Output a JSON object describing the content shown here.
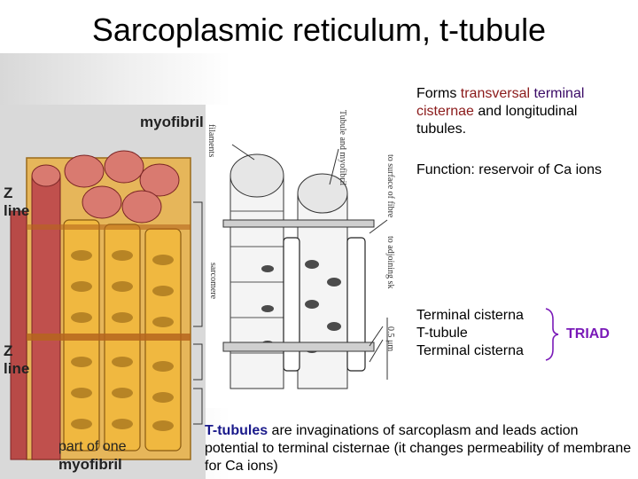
{
  "slide": {
    "title": "Sarcoplasmic reticulum, t-tubule",
    "forms_text": {
      "prefix": "Forms ",
      "transversal": "transversal",
      "space": " ",
      "terminal": "terminal",
      "cisternae": "cisternae",
      "suffix": " and longitudinal tubules."
    },
    "function_text": "Function: reservoir of Ca ions",
    "triad_items": [
      "Terminal cisterna",
      "T-tubule",
      "Terminal cisterna"
    ],
    "triad_label": "TRIAD",
    "bottom_text": {
      "term": "T-tubules",
      "rest": " are invaginations of sarcoplasm and leads action potential to terminal cisternae (it changes permeability of membrane for Ca ions)"
    }
  },
  "left_figure": {
    "labels": {
      "myofibril": "myofibril",
      "z_line_top": "Z line",
      "z_line_bottom": "Z line",
      "part_of_one": "part of one",
      "myofibril_bottom": "myofibril"
    },
    "colors": {
      "muscle": "#c0504d",
      "reticulum": "#e8a020",
      "background": "#d9d9d9"
    }
  },
  "right_figure": {
    "labels": {
      "filaments": "filaments",
      "tubule_line": "Tubule and myofibril",
      "to_surface": "to surface of fibre",
      "to_adjoining": "to adjoining sk",
      "sarcomere": "sarcomere",
      "scale": "0.5 μm"
    }
  }
}
